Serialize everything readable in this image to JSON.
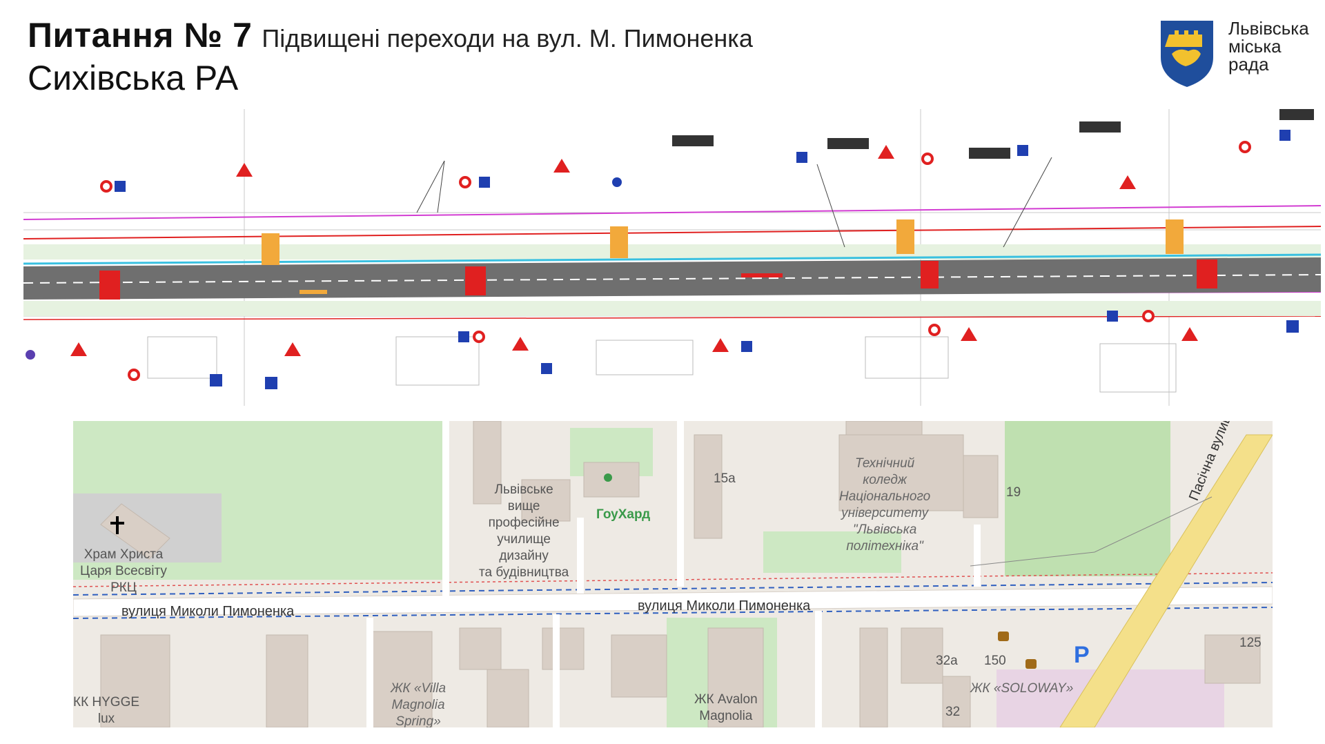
{
  "header": {
    "title": "Питання № 7",
    "subtitle": "Підвищені переходи на вул. М. Пимоненка",
    "district": "Сихівська РА"
  },
  "logo": {
    "line1": "Львівська",
    "line2": "міська",
    "line3": "рада",
    "colors": {
      "shield": "#1f4e9c",
      "emblem": "#f2c12e"
    }
  },
  "map": {
    "labels": {
      "church": "Храм Христа\nЦаря Всесвіту\nРКЦ",
      "school": "Львівське\nвище\nпрофесійне\nучилище\nдизайну\nта будівництва",
      "gym": "ГоуХард",
      "building_15a": "15а",
      "college": "Технічний\nколедж\nНаціонального\nуніверситету\n\"Львівська\nполітехніка\"",
      "building_19": "19",
      "street_west": "вулиця Миколи Пимоненка",
      "street_east": "вулиця Миколи Пимоненка",
      "street_diag": "Пасічна вулиця",
      "hygge": "КК HYGGE\nlux",
      "villa": "ЖК «Villa\nMagnolia\nSpring»",
      "avalon": "ЖК Avalon\nMagnolia",
      "b32a": "32а",
      "b150": "150",
      "soloway": "ЖК «SOLOWAY»",
      "b32": "32",
      "b125": "125",
      "parking": "P"
    },
    "colors": {
      "green": "#cde8c3",
      "park": "#bfe0b0",
      "building": "#d9cfc6",
      "road": "#ffffff",
      "diag_road": "#f4e08a",
      "bg": "#eeeae4"
    }
  }
}
